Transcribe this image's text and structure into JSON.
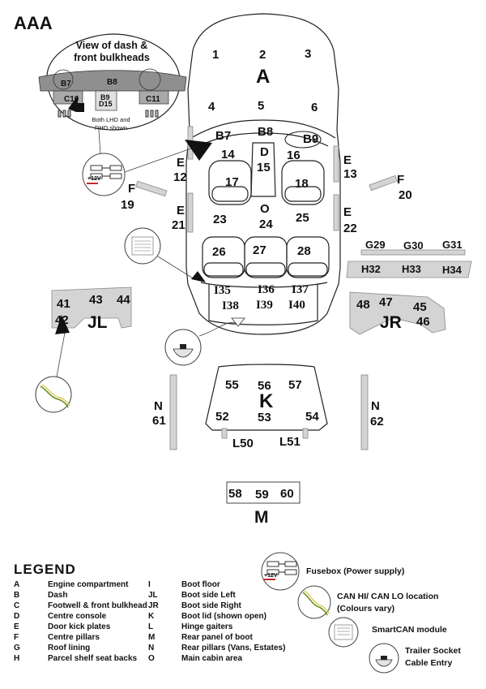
{
  "title": "AAA",
  "inset": {
    "heading_line1": "View of dash &",
    "heading_line2": "front bulkheads",
    "note_line1": "Both LHD and",
    "note_line2": "RHD shown",
    "labels": [
      "B7",
      "B8",
      "C10",
      "B9",
      "D15",
      "C11"
    ]
  },
  "fusebox_small_label": "+12V",
  "car_zones": [
    {
      "id": "z1",
      "text": "1"
    },
    {
      "id": "z2",
      "text": "2"
    },
    {
      "id": "z3",
      "text": "3"
    },
    {
      "id": "zA",
      "text": "A"
    },
    {
      "id": "z4",
      "text": "4"
    },
    {
      "id": "z5",
      "text": "5"
    },
    {
      "id": "z6",
      "text": "6"
    },
    {
      "id": "zB7",
      "text": "B7"
    },
    {
      "id": "zB8",
      "text": "B8"
    },
    {
      "id": "zB9",
      "text": "B9"
    },
    {
      "id": "z14",
      "text": "14"
    },
    {
      "id": "zD",
      "text": "D"
    },
    {
      "id": "z16",
      "text": "16"
    },
    {
      "id": "z15",
      "text": "15"
    },
    {
      "id": "zE12a",
      "text": "E"
    },
    {
      "id": "zE12b",
      "text": "12"
    },
    {
      "id": "zE13a",
      "text": "E"
    },
    {
      "id": "zE13b",
      "text": "13"
    },
    {
      "id": "z17",
      "text": "17"
    },
    {
      "id": "z18",
      "text": "18"
    },
    {
      "id": "zF19a",
      "text": "F"
    },
    {
      "id": "zF19b",
      "text": "19"
    },
    {
      "id": "zF20a",
      "text": "F"
    },
    {
      "id": "zF20b",
      "text": "20"
    },
    {
      "id": "zE21a",
      "text": "E"
    },
    {
      "id": "zE21b",
      "text": "21"
    },
    {
      "id": "zE22a",
      "text": "E"
    },
    {
      "id": "zE22b",
      "text": "22"
    },
    {
      "id": "zO",
      "text": "O"
    },
    {
      "id": "z23",
      "text": "23"
    },
    {
      "id": "z24",
      "text": "24"
    },
    {
      "id": "z25",
      "text": "25"
    },
    {
      "id": "z26",
      "text": "26"
    },
    {
      "id": "z27",
      "text": "27"
    },
    {
      "id": "z28",
      "text": "28"
    },
    {
      "id": "zG29",
      "text": "G29"
    },
    {
      "id": "zG30",
      "text": "G30"
    },
    {
      "id": "zG31",
      "text": "G31"
    },
    {
      "id": "zH32",
      "text": "H32"
    },
    {
      "id": "zH33",
      "text": "H33"
    },
    {
      "id": "zH34",
      "text": "H34"
    },
    {
      "id": "zI35",
      "text": "I35"
    },
    {
      "id": "zI36",
      "text": "I36"
    },
    {
      "id": "zI37",
      "text": "I37"
    },
    {
      "id": "zI38",
      "text": "I38"
    },
    {
      "id": "zI39",
      "text": "I39"
    },
    {
      "id": "zI40",
      "text": "I40"
    },
    {
      "id": "z41",
      "text": "41"
    },
    {
      "id": "z43",
      "text": "43"
    },
    {
      "id": "z44",
      "text": "44"
    },
    {
      "id": "z42",
      "text": "42"
    },
    {
      "id": "zJL",
      "text": "JL"
    },
    {
      "id": "z48",
      "text": "48"
    },
    {
      "id": "z47",
      "text": "47"
    },
    {
      "id": "z45",
      "text": "45"
    },
    {
      "id": "zJR",
      "text": "JR"
    },
    {
      "id": "z46",
      "text": "46"
    },
    {
      "id": "z55",
      "text": "55"
    },
    {
      "id": "z56",
      "text": "56"
    },
    {
      "id": "z57",
      "text": "57"
    },
    {
      "id": "zK",
      "text": "K"
    },
    {
      "id": "z52",
      "text": "52"
    },
    {
      "id": "z53",
      "text": "53"
    },
    {
      "id": "z54",
      "text": "54"
    },
    {
      "id": "zN61a",
      "text": "N"
    },
    {
      "id": "zN61b",
      "text": "61"
    },
    {
      "id": "zN62a",
      "text": "N"
    },
    {
      "id": "zN62b",
      "text": "62"
    },
    {
      "id": "zL50",
      "text": "L50"
    },
    {
      "id": "zL51",
      "text": "L51"
    },
    {
      "id": "z58",
      "text": "58"
    },
    {
      "id": "z59",
      "text": "59"
    },
    {
      "id": "z60",
      "text": "60"
    },
    {
      "id": "zM",
      "text": "M"
    }
  ],
  "legend": {
    "title": "LEGEND",
    "left": [
      {
        "key": "A",
        "desc": "Engine compartment"
      },
      {
        "key": "B",
        "desc": "Dash"
      },
      {
        "key": "C",
        "desc": "Footwell & front bulkhead"
      },
      {
        "key": "D",
        "desc": "Centre console"
      },
      {
        "key": "E",
        "desc": "Door kick plates"
      },
      {
        "key": "F",
        "desc": "Centre pillars"
      },
      {
        "key": "G",
        "desc": "Roof lining"
      },
      {
        "key": "H",
        "desc": "Parcel shelf seat backs"
      }
    ],
    "right": [
      {
        "key": "I",
        "desc": "Boot floor"
      },
      {
        "key": "JL",
        "desc": "Boot side Left"
      },
      {
        "key": "JR",
        "desc": "Boot side Right"
      },
      {
        "key": "K",
        "desc": "Boot lid (shown open)"
      },
      {
        "key": "L",
        "desc": "Hinge gaiters"
      },
      {
        "key": "M",
        "desc": "Rear panel of boot"
      },
      {
        "key": "N",
        "desc": "Rear pillars (Vans, Estates)"
      },
      {
        "key": "O",
        "desc": "Main cabin area"
      }
    ],
    "icons": [
      {
        "line1": "Fusebox (Power supply)",
        "line2": ""
      },
      {
        "line1": "CAN HI/ CAN LO location",
        "line2": "(Colours vary)"
      },
      {
        "line1": "SmartCAN module",
        "line2": ""
      },
      {
        "line1": "Trailer Socket",
        "line2": "Cable Entry"
      }
    ]
  },
  "colors": {
    "panel_grey": "#d4d4d4",
    "dash_grey": "#8f8f8f",
    "wire_red": "#c62828",
    "wire_green": "#6b8e23",
    "wire_yellow": "#d8c23a"
  }
}
